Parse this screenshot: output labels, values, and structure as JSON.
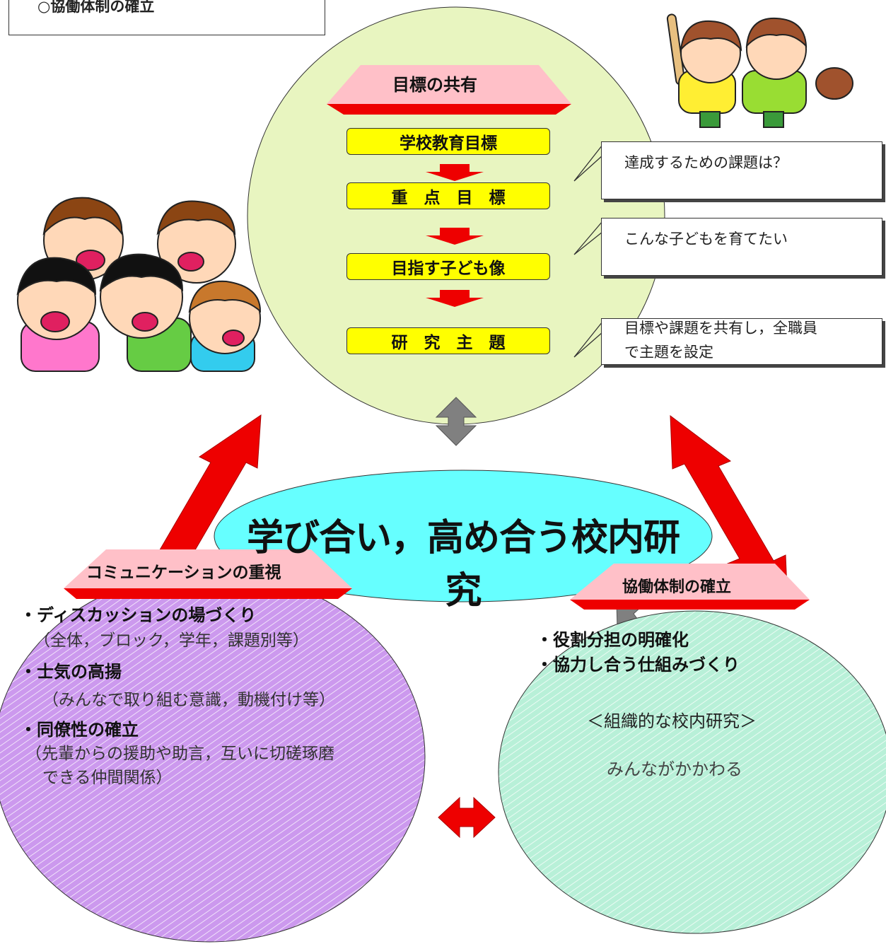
{
  "top_box": {
    "text": "○協働体制の確立"
  },
  "goals": {
    "title": "目標の共有",
    "steps": [
      "学校教育目標",
      "重　点　目　標",
      "目指す子ども像",
      "研　究　主　題"
    ]
  },
  "callouts": [
    {
      "text": "達成するための課題は？"
    },
    {
      "text": "こんな子どもを育てたい"
    },
    {
      "text_line1": "目標や課題を共有し，全職員",
      "text_line2": "で主題を設定"
    }
  ],
  "center": {
    "title": "学び合い，高め合う校内研究"
  },
  "communication": {
    "title": "コミュニケーションの重視",
    "item1": "・ディスカッションの場づくり",
    "item1_sub": "（全体，ブロック，学年，課題別等）",
    "item2": "・士気の高揚",
    "item2_sub": "（みんなで取り組む意識，動機付け等）",
    "item3": "・同僚性の確立",
    "item3_sub1": "（先輩からの援助や助言，互いに切磋琢磨",
    "item3_sub2": "できる仲間関係）"
  },
  "collaboration": {
    "title": "協働体制の確立",
    "item1": "・役割分担の明確化",
    "item2": "・協力し合う仕組みづくり",
    "org": "＜組織的な校内研究＞",
    "all": "みんながかかわる"
  },
  "colors": {
    "top_circle": "#e8f5c0",
    "center_ellipse": "#66ffff",
    "left_ellipse": "#cc99ee",
    "right_ellipse": "#b8f0d8",
    "step_fill": "#ffff00",
    "arrow_red": "#ee0000",
    "arrow_gray": "#808080",
    "trapezoid_pink": "#ffc0c8"
  },
  "illustrations": [
    "children-group-illustration",
    "two-boys-baseball-illustration"
  ]
}
